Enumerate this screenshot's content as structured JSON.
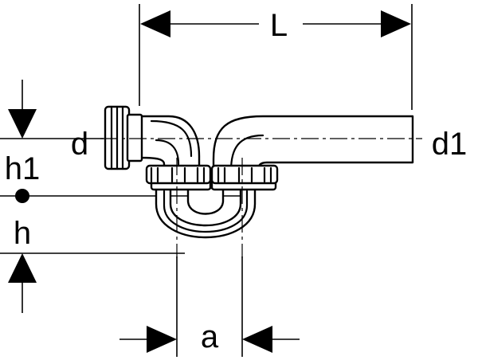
{
  "labels": {
    "length": "L",
    "inlet_diameter": "d",
    "outlet_diameter": "d1",
    "inlet_height": "h1",
    "seal_height": "h",
    "trap_width": "a"
  },
  "colors": {
    "line": "#000000",
    "background": "#ffffff"
  }
}
